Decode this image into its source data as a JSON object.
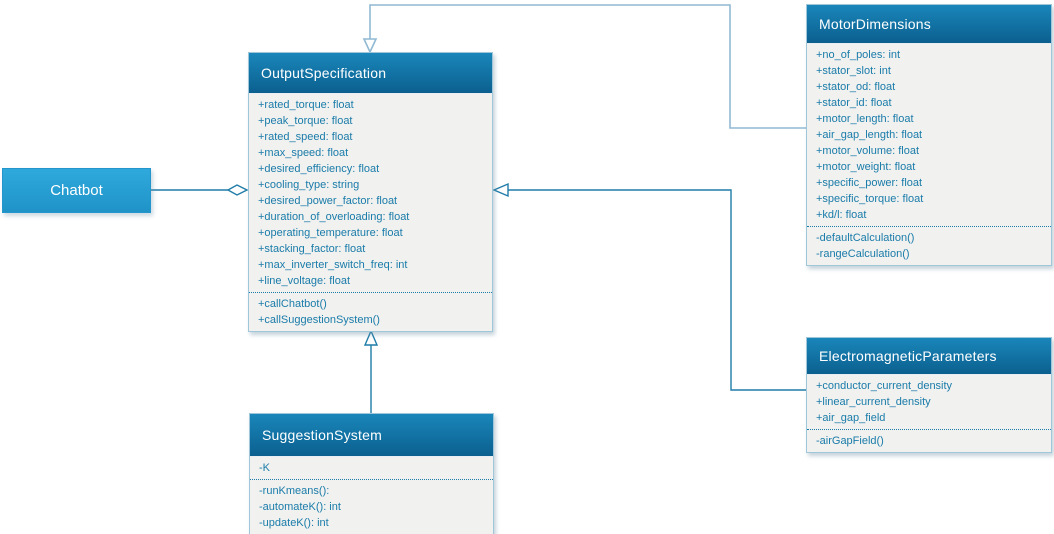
{
  "colors": {
    "class_header_top": "#1a86ba",
    "class_header_bottom": "#0b608f",
    "class_body_fill": "#f1f1f0",
    "class_border": "#a0c6da",
    "member_text": "#1a7ca9",
    "header_text": "#ffffff",
    "chatbot_fill_top": "#2fa9dc",
    "chatbot_fill_bottom": "#1f93c8",
    "connector_dark": "#1f7ca8",
    "connector_light": "#90b9d3",
    "canvas_background": "#ffffff"
  },
  "classes": {
    "chatbot": {
      "title": "Chatbot"
    },
    "output_specification": {
      "title": "OutputSpecification",
      "attributes": [
        "+rated_torque: float",
        "+peak_torque: float",
        "+rated_speed: float",
        "+max_speed: float",
        "+desired_efficiency: float",
        "+cooling_type: string",
        "+desired_power_factor: float",
        "+duration_of_overloading: float",
        "+operating_temperature: float",
        "+stacking_factor: float",
        "+max_inverter_switch_freq: int",
        "+line_voltage: float"
      ],
      "methods": [
        "+callChatbot()",
        "+callSuggestionSystem()"
      ]
    },
    "motor_dimensions": {
      "title": "MotorDimensions",
      "attributes": [
        "+no_of_poles: int",
        "+stator_slot: int",
        "+stator_od: float",
        "+stator_id: float",
        "+motor_length: float",
        "+air_gap_length: float",
        "+motor_volume: float",
        "+motor_weight: float",
        "+specific_power: float",
        "+specific_torque: float",
        "+kd/l: float"
      ],
      "methods": [
        "-defaultCalculation()",
        "-rangeCalculation()"
      ]
    },
    "electromagnetic_parameters": {
      "title": "ElectromagneticParameters",
      "attributes": [
        "+conductor_current_density",
        "+linear_current_density",
        "+air_gap_field"
      ],
      "methods": [
        "-airGapField()"
      ]
    },
    "suggestion_system": {
      "title": "SuggestionSystem",
      "attributes": [
        "-K"
      ],
      "methods": [
        "-runKmeans():",
        "-automateK(): int",
        "-updateK(): int"
      ]
    }
  },
  "relationships": [
    {
      "from": "MotorDimensions",
      "to": "OutputSpecification",
      "type": "generalization-hollow-triangle"
    },
    {
      "from": "ElectromagneticParameters",
      "to": "OutputSpecification",
      "type": "generalization-hollow-triangle"
    },
    {
      "from": "SuggestionSystem",
      "to": "OutputSpecification",
      "type": "generalization-hollow-triangle"
    },
    {
      "from": "Chatbot",
      "to": "OutputSpecification",
      "type": "aggregation-hollow-diamond"
    }
  ]
}
